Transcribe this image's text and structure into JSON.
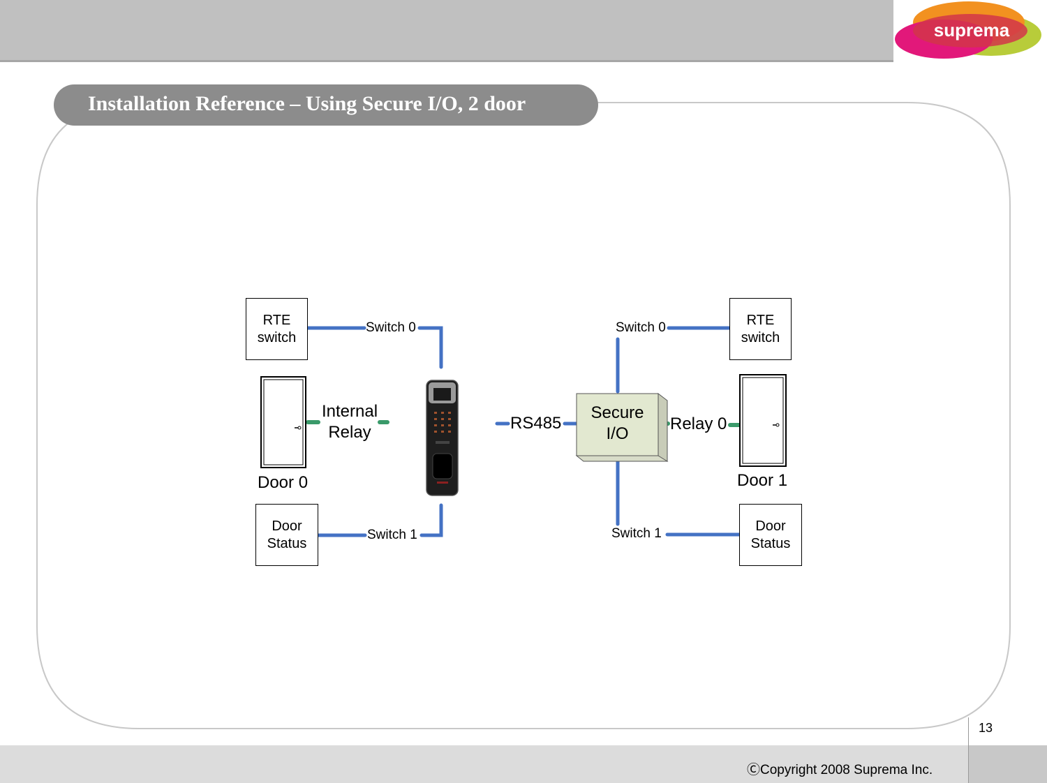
{
  "header": {
    "title": "Installation Reference – Using Secure I/O, 2 door",
    "logo_text": "suprema"
  },
  "diagram": {
    "left": {
      "rte_switch": "RTE\nswitch",
      "door_status": "Door\nStatus",
      "door_label": "Door 0",
      "internal_relay": "Internal\nRelay",
      "switch0": "Switch 0",
      "switch1": "Switch 1"
    },
    "center": {
      "rs485": "RS485",
      "secure_io": "Secure\nI/O"
    },
    "right": {
      "rte_switch": "RTE\nswitch",
      "door_status": "Door\nStatus",
      "door_label": "Door 1",
      "relay0": "Relay 0",
      "switch0": "Switch 0",
      "switch1": "Switch 1"
    },
    "colors": {
      "switch_wire": "#4472c4",
      "relay_wire": "#3a9a6a",
      "secure_io_fill": "#e2e8d0"
    }
  },
  "footer": {
    "page_number": "13",
    "copyright": "ⒸCopyright 2008 Suprema Inc."
  }
}
